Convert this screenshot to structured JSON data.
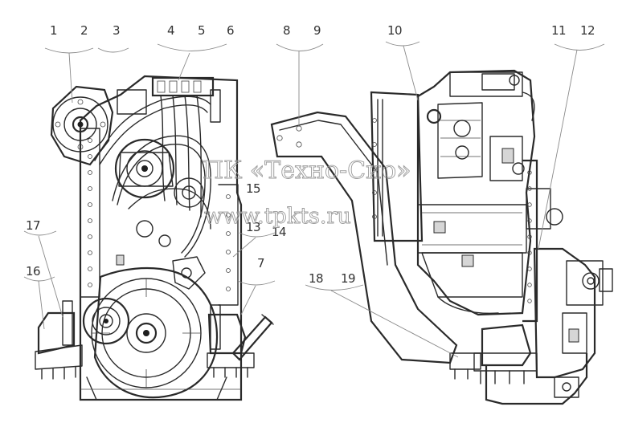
{
  "callouts": [
    {
      "id": "c1",
      "label": "1"
    },
    {
      "id": "c2",
      "label": "2"
    },
    {
      "id": "c3",
      "label": "3"
    },
    {
      "id": "c4",
      "label": "4"
    },
    {
      "id": "c5",
      "label": "5"
    },
    {
      "id": "c6",
      "label": "6"
    },
    {
      "id": "c7",
      "label": "7"
    },
    {
      "id": "c8",
      "label": "8"
    },
    {
      "id": "c9",
      "label": "9"
    },
    {
      "id": "c10",
      "label": "10"
    },
    {
      "id": "c11",
      "label": "11"
    },
    {
      "id": "c12",
      "label": "12"
    },
    {
      "id": "c13",
      "label": "13"
    },
    {
      "id": "c14",
      "label": "14"
    },
    {
      "id": "c15",
      "label": "15"
    },
    {
      "id": "c16",
      "label": "16"
    },
    {
      "id": "c17",
      "label": "17"
    },
    {
      "id": "c18",
      "label": "18"
    },
    {
      "id": "c19",
      "label": "19"
    }
  ],
  "watermark": {
    "line1": "ПК «Техно-Сио»",
    "line2": "www.tpkts.ru"
  }
}
